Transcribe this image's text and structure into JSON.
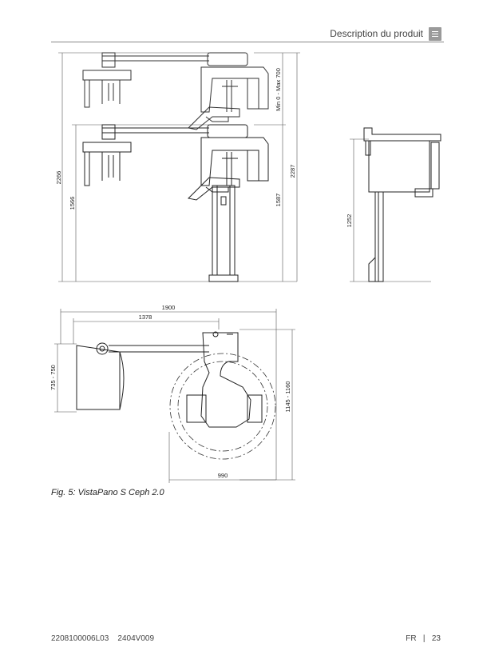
{
  "header": {
    "title": "Description du produit",
    "icon": "document-icon"
  },
  "figure": {
    "caption": "Fig. 5: VistaPano S Ceph 2.0",
    "front_view": {
      "dim_total_height": "2266",
      "dim_unit_height": "1566",
      "dim_range": "Min 0 - Max 700",
      "dim_max_height": "2287",
      "dim_column_height": "1587"
    },
    "side_view": {
      "dim_height": "1252"
    },
    "top_view": {
      "dim_total_width": "1900",
      "dim_arm_width": "1378",
      "dim_ceph_depth": "735 - 750",
      "dim_depth": "1145 - 1160",
      "dim_base_width": "990"
    }
  },
  "footer": {
    "doc_code": "2208100006L03    2404V009",
    "page": "FR   |   23"
  }
}
